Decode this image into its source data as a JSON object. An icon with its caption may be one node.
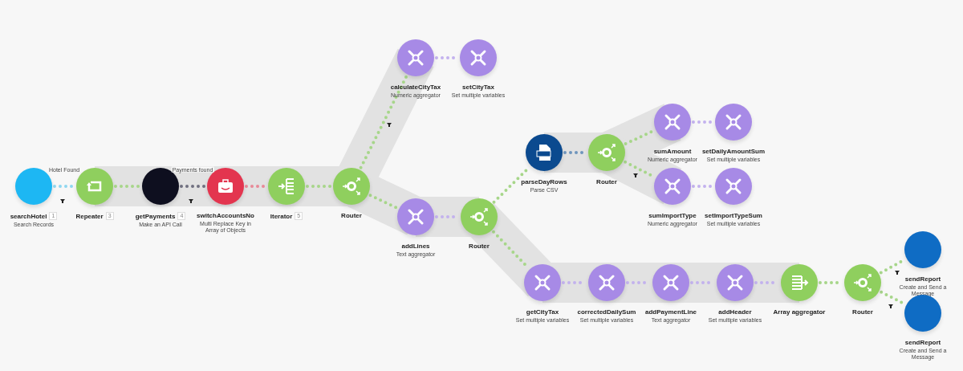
{
  "diagram": {
    "nodes": [
      {
        "text": [
          "searchHotel",
          "Search Records"
        ],
        "beside": [
          "1"
        ]
      },
      {
        "text": [
          "Repeater"
        ],
        "beside": [
          "3"
        ]
      },
      {
        "text": [
          "getPayments",
          "Make an API Call"
        ],
        "beside": [
          "4"
        ]
      },
      {
        "text": [
          "switchAccountsNo",
          "Multi Replace Key in Array of Objects"
        ]
      },
      {
        "text": [
          "Iterator"
        ],
        "beside": [
          "5"
        ]
      },
      {
        "text": [
          "Router"
        ]
      },
      {
        "text": [
          "calculateCityTax",
          "Numeric aggregator"
        ]
      },
      {
        "text": [
          "setCityTax",
          "Set multiple variables"
        ]
      },
      {
        "text": [
          "addLines",
          "Text aggregator"
        ]
      },
      {
        "text": [
          "Router"
        ]
      },
      {
        "text": [
          "parseDayRows",
          "Parse CSV"
        ]
      },
      {
        "text": [
          "Router"
        ]
      },
      {
        "text": [
          "sumAmount",
          "Numeric aggregator"
        ]
      },
      {
        "text": [
          "setDailyAmountSum",
          "Set multiple variables"
        ]
      },
      {
        "text": [
          "sumImportType",
          "Numeric aggregator"
        ]
      },
      {
        "text": [
          "setImportTypeSum",
          "Set multiple variables"
        ]
      },
      {
        "text": [
          "getCityTax",
          "Set multiple variables"
        ]
      },
      {
        "text": [
          "correctedDailySum",
          "Set multiple variables"
        ]
      },
      {
        "text": [
          "addPaymentLine",
          "Text aggregator"
        ]
      },
      {
        "text": [
          "addHeader",
          "Set multiple variables"
        ]
      },
      {
        "text": [
          "Array aggregator"
        ]
      },
      {
        "text": [
          "Router"
        ]
      },
      {
        "text": [
          "sendReport",
          "Create and Send a Message"
        ]
      },
      {
        "text": [
          "sendReport",
          "Create and Send a Message"
        ]
      }
    ],
    "edges": [
      {
        "from": 0,
        "to": 1,
        "arrow": "none",
        "label": "Hotel Found",
        "color": "#8fd7f0"
      },
      {
        "from": 1,
        "to": 2,
        "arrow": "none"
      },
      {
        "from": 2,
        "to": 3,
        "arrow": "none",
        "label": "Payments found",
        "color": "#707080"
      },
      {
        "from": 3,
        "to": 4,
        "arrow": "none",
        "color": "#e88a98"
      },
      {
        "from": 4,
        "to": 5,
        "arrow": "none"
      },
      {
        "from": 5,
        "to": 6,
        "arrow": "none"
      },
      {
        "from": 6,
        "to": 7,
        "arrow": "none",
        "color": "#c3b2ee"
      },
      {
        "from": 5,
        "to": 8,
        "arrow": "none"
      },
      {
        "from": 8,
        "to": 9,
        "arrow": "none",
        "color": "#c3b2ee"
      },
      {
        "from": 9,
        "to": 10,
        "arrow": "none"
      },
      {
        "from": 10,
        "to": 11,
        "arrow": "none",
        "color": "#6f95bd"
      },
      {
        "from": 11,
        "to": 12,
        "arrow": "none"
      },
      {
        "from": 12,
        "to": 13,
        "arrow": "none",
        "color": "#c3b2ee"
      },
      {
        "from": 11,
        "to": 14,
        "arrow": "none"
      },
      {
        "from": 14,
        "to": 15,
        "arrow": "none",
        "color": "#c3b2ee"
      },
      {
        "from": 9,
        "to": 16,
        "arrow": "none"
      },
      {
        "from": 16,
        "to": 17,
        "arrow": "none",
        "color": "#c3b2ee"
      },
      {
        "from": 17,
        "to": 18,
        "arrow": "none",
        "color": "#c3b2ee"
      },
      {
        "from": 18,
        "to": 19,
        "arrow": "none",
        "color": "#c3b2ee"
      },
      {
        "from": 19,
        "to": 20,
        "arrow": "none",
        "color": "#c3b2ee"
      },
      {
        "from": 20,
        "to": 21,
        "arrow": "none"
      },
      {
        "from": 21,
        "to": 22,
        "arrow": "none"
      },
      {
        "from": 21,
        "to": 23,
        "arrow": "none"
      }
    ]
  }
}
